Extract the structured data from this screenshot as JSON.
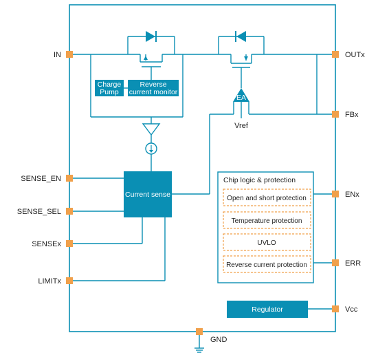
{
  "pins": {
    "in": "IN",
    "outx": "OUTx",
    "fbx": "FBx",
    "sense_en": "SENSE_EN",
    "sense_sel": "SENSE_SEL",
    "sensex": "SENSEx",
    "limitx": "LIMITx",
    "enx": "ENx",
    "err": "ERR",
    "vcc": "Vcc",
    "gnd": "GND"
  },
  "blocks": {
    "charge_pump": [
      "Charge",
      "Pump"
    ],
    "reverse_monitor": [
      "Reverse",
      "current monitor"
    ],
    "ea": "EA",
    "vref": "Vref",
    "current_sense": "Current sense",
    "regulator": "Regulator"
  },
  "chip_logic": {
    "title": "Chip logic & protection",
    "items": [
      "Open and short protection",
      "Temperature protection",
      "UVLO",
      "Reverse current protection"
    ]
  },
  "colors": {
    "wire": "#0a8fb4",
    "block_fill": "#0a8fb4",
    "pin_pad": "#f0a04b",
    "dashed_border": "#f0a04b",
    "panel_border": "#0a8fb4"
  }
}
